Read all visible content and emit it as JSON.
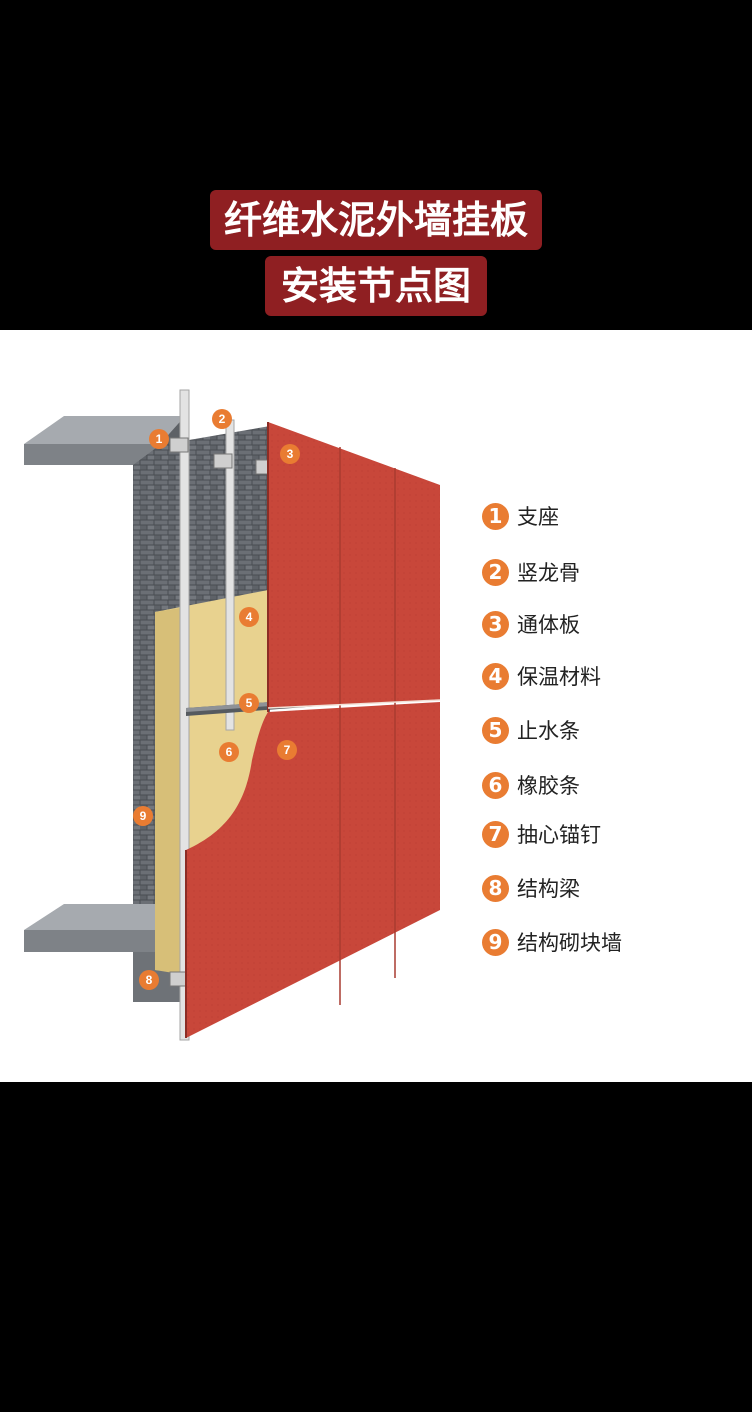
{
  "title": {
    "line1": "纤维水泥外墙挂板",
    "line2": "安装节点图"
  },
  "colors": {
    "title_bg": "#8f1f22",
    "accent": "#e97c32",
    "panel_red": "#c8473a",
    "insulation": "#e8d28f",
    "concrete": "#8b8f94"
  },
  "legend": [
    {
      "num": "1",
      "label": "支座"
    },
    {
      "num": "2",
      "label": "竖龙骨"
    },
    {
      "num": "3",
      "label": "通体板"
    },
    {
      "num": "4",
      "label": "保温材料"
    },
    {
      "num": "5",
      "label": "止水条"
    },
    {
      "num": "6",
      "label": "橡胶条"
    },
    {
      "num": "7",
      "label": "抽心锚钉"
    },
    {
      "num": "8",
      "label": "结构梁"
    },
    {
      "num": "9",
      "label": "结构砌块墙"
    }
  ],
  "callouts": [
    "1",
    "2",
    "3",
    "4",
    "5",
    "6",
    "7",
    "8",
    "9"
  ]
}
